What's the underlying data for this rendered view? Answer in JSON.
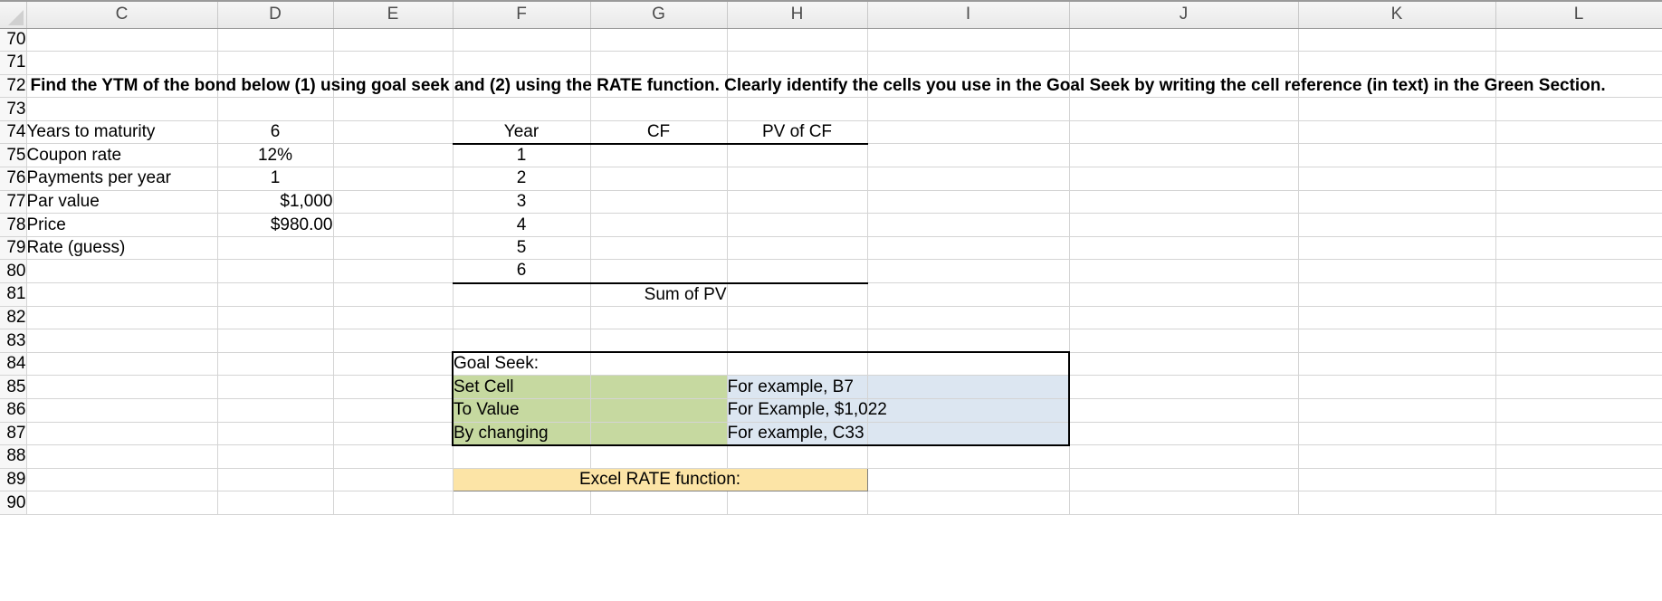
{
  "app": {
    "type": "spreadsheet",
    "corner_icon": "select-all-triangle-icon"
  },
  "columns": [
    "C",
    "D",
    "E",
    "F",
    "G",
    "H",
    "I",
    "J",
    "K",
    "L"
  ],
  "rows": [
    "70",
    "71",
    "72",
    "73",
    "74",
    "75",
    "76",
    "77",
    "78",
    "79",
    "80",
    "81",
    "82",
    "83",
    "84",
    "85",
    "86",
    "87",
    "88",
    "89",
    "90"
  ],
  "instruction": {
    "text": "Find the YTM of the bond below (1) using goal seek and (2) using the RATE function.  Clearly identify the cells you use in the Goal Seek by writing the cell reference (in text) in the Green Section."
  },
  "bond_inputs": {
    "labels": [
      "Years to maturity",
      "Coupon rate",
      "Payments per year",
      "Par value",
      "Price",
      "Rate (guess)"
    ],
    "values": [
      "6",
      "12%",
      "1",
      "$1,000",
      "$980.00",
      ""
    ]
  },
  "cashflow_table": {
    "headers": [
      "Year",
      "CF",
      "PV of CF"
    ],
    "years": [
      "1",
      "2",
      "3",
      "4",
      "5",
      "6"
    ],
    "cf": [
      "",
      "",
      "",
      "",
      "",
      ""
    ],
    "pv_of_cf": [
      "",
      "",
      "",
      "",
      "",
      ""
    ],
    "total_label": "Sum of PV",
    "total_value": ""
  },
  "goal_seek": {
    "title": "Goal Seek:",
    "fields": [
      {
        "label": "Set Cell",
        "answer": "",
        "hint": "For example, B7"
      },
      {
        "label": "To Value",
        "answer": "",
        "hint": "For Example, $1,022"
      },
      {
        "label": "By changing",
        "answer": "",
        "hint": "For example, C33"
      }
    ]
  },
  "rate_function": {
    "label": "Excel RATE function:"
  },
  "colors": {
    "green_fill": "#c6d9a0",
    "blue_fill": "#dce6f1",
    "yellow_fill": "#fce4a6",
    "grid_line": "#d4d4d4",
    "header_text": "#4d4d4d"
  }
}
